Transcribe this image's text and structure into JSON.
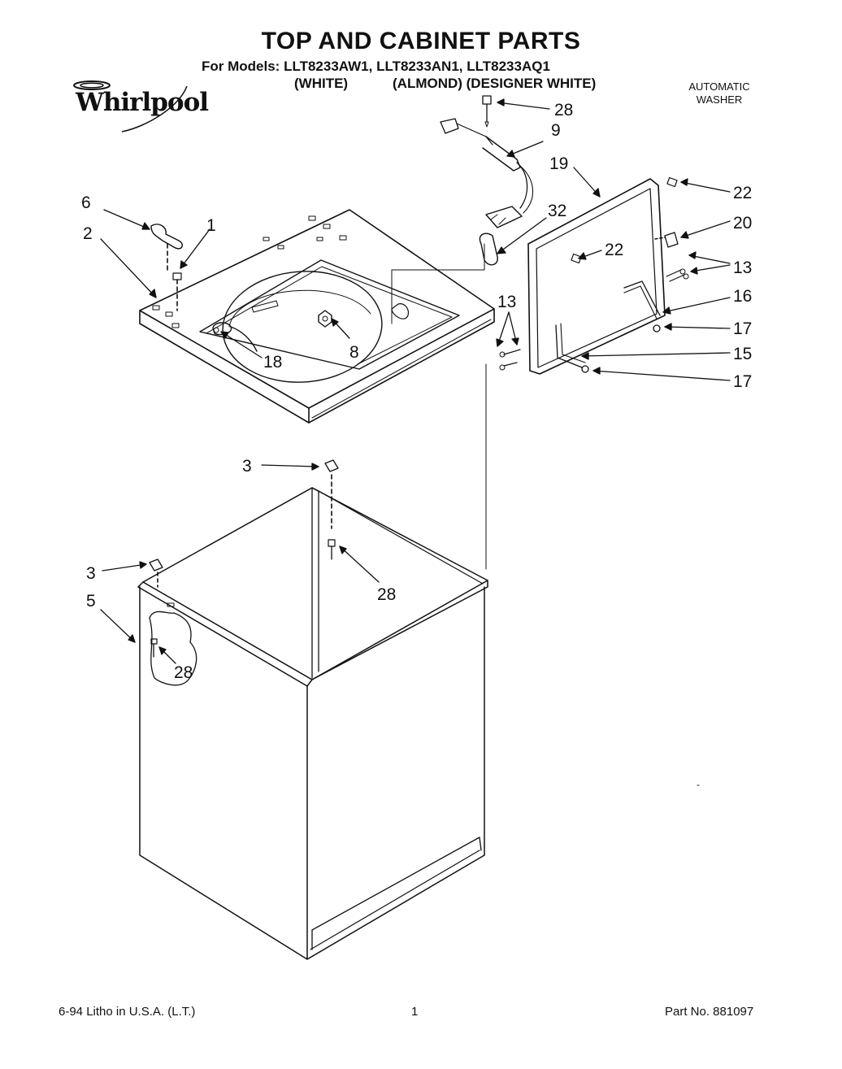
{
  "header": {
    "title": "TOP AND CABINET PARTS",
    "models_label": "For Models:",
    "models": "LLT8233AW1, LLT8233AN1, LLT8233AQ1",
    "color_white": "(WHITE)",
    "color_others": "(ALMOND) (DESIGNER WHITE)",
    "brand": "Whirlpool",
    "machine_line1": "AUTOMATIC",
    "machine_line2": "WASHER"
  },
  "callouts": {
    "c28a": "28",
    "c9": "9",
    "c19": "19",
    "c6": "6",
    "c2": "2",
    "c1": "1",
    "c32": "32",
    "c22a": "22",
    "c22b": "22",
    "c20": "20",
    "c13a": "13",
    "c16": "16",
    "c17a": "17",
    "c13b": "13",
    "c15": "15",
    "c17b": "17",
    "c8": "8",
    "c18": "18",
    "c3a": "3",
    "c28b": "28",
    "c3b": "3",
    "c5": "5",
    "c28c": "28"
  },
  "footer": {
    "litho": "6-94 Litho in U.S.A. (L.T.)",
    "page": "1",
    "part_no": "Part No. 881097"
  }
}
